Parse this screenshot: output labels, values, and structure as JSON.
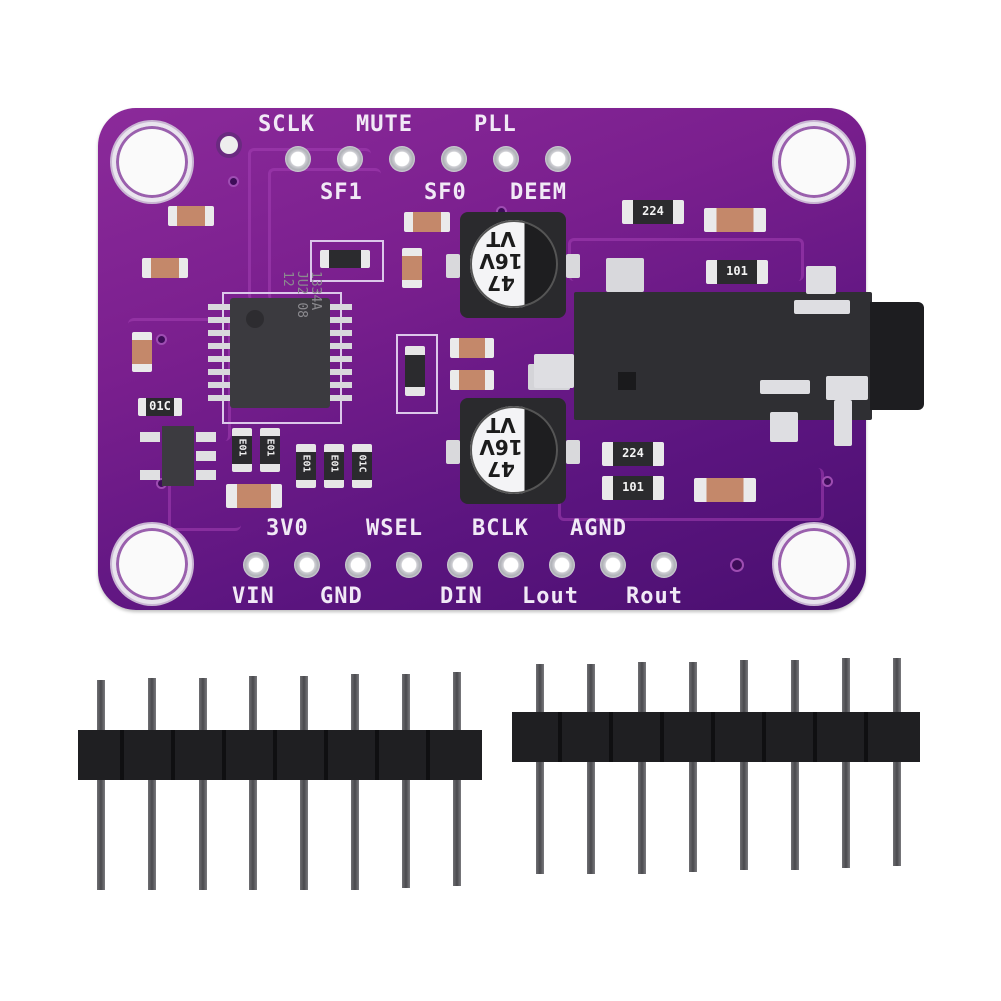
{
  "image": {
    "subject": "UDA1334A I2S stereo audio DAC breakout board with two 8-pin male headers",
    "background_color": "#ffffff",
    "board_color": "#7a1f8e"
  },
  "board": {
    "top_labels_row1": [
      "SCLK",
      "MUTE",
      "PLL"
    ],
    "top_labels_row2": [
      "SF1",
      "SF0",
      "DEEM"
    ],
    "top_pad_count": 6,
    "bottom_labels_row1": [
      "3V0",
      "WSEL",
      "BCLK",
      "AGND"
    ],
    "bottom_labels_row2": [
      "VIN",
      "GND",
      "DIN",
      "Lout",
      "Rout"
    ],
    "bottom_pad_count": 9,
    "mounting_holes": 4
  },
  "components": {
    "dac_chip": {
      "marking_line1": "1334A",
      "marking_line2": "JU2 08",
      "marking_line3": "12"
    },
    "capacitor_top": {
      "value": "47",
      "voltage": "16V",
      "series": "VT"
    },
    "capacitor_bottom": {
      "value": "47",
      "voltage": "16V",
      "series": "VT"
    },
    "resistors": {
      "top_right_1": "224",
      "top_right_2": "101",
      "bottom_right_1": "224",
      "bottom_right_2": "101",
      "left_1": "01C",
      "left_2": "01C",
      "left_3": "E01",
      "left_4": "E01",
      "left_5": "E01",
      "left_6": "E01"
    },
    "audio_jack": {
      "type": "3.5mm stereo jack"
    }
  },
  "headers": [
    {
      "name": "header-left",
      "pin_count": 8
    },
    {
      "name": "header-right",
      "pin_count": 8
    }
  ]
}
